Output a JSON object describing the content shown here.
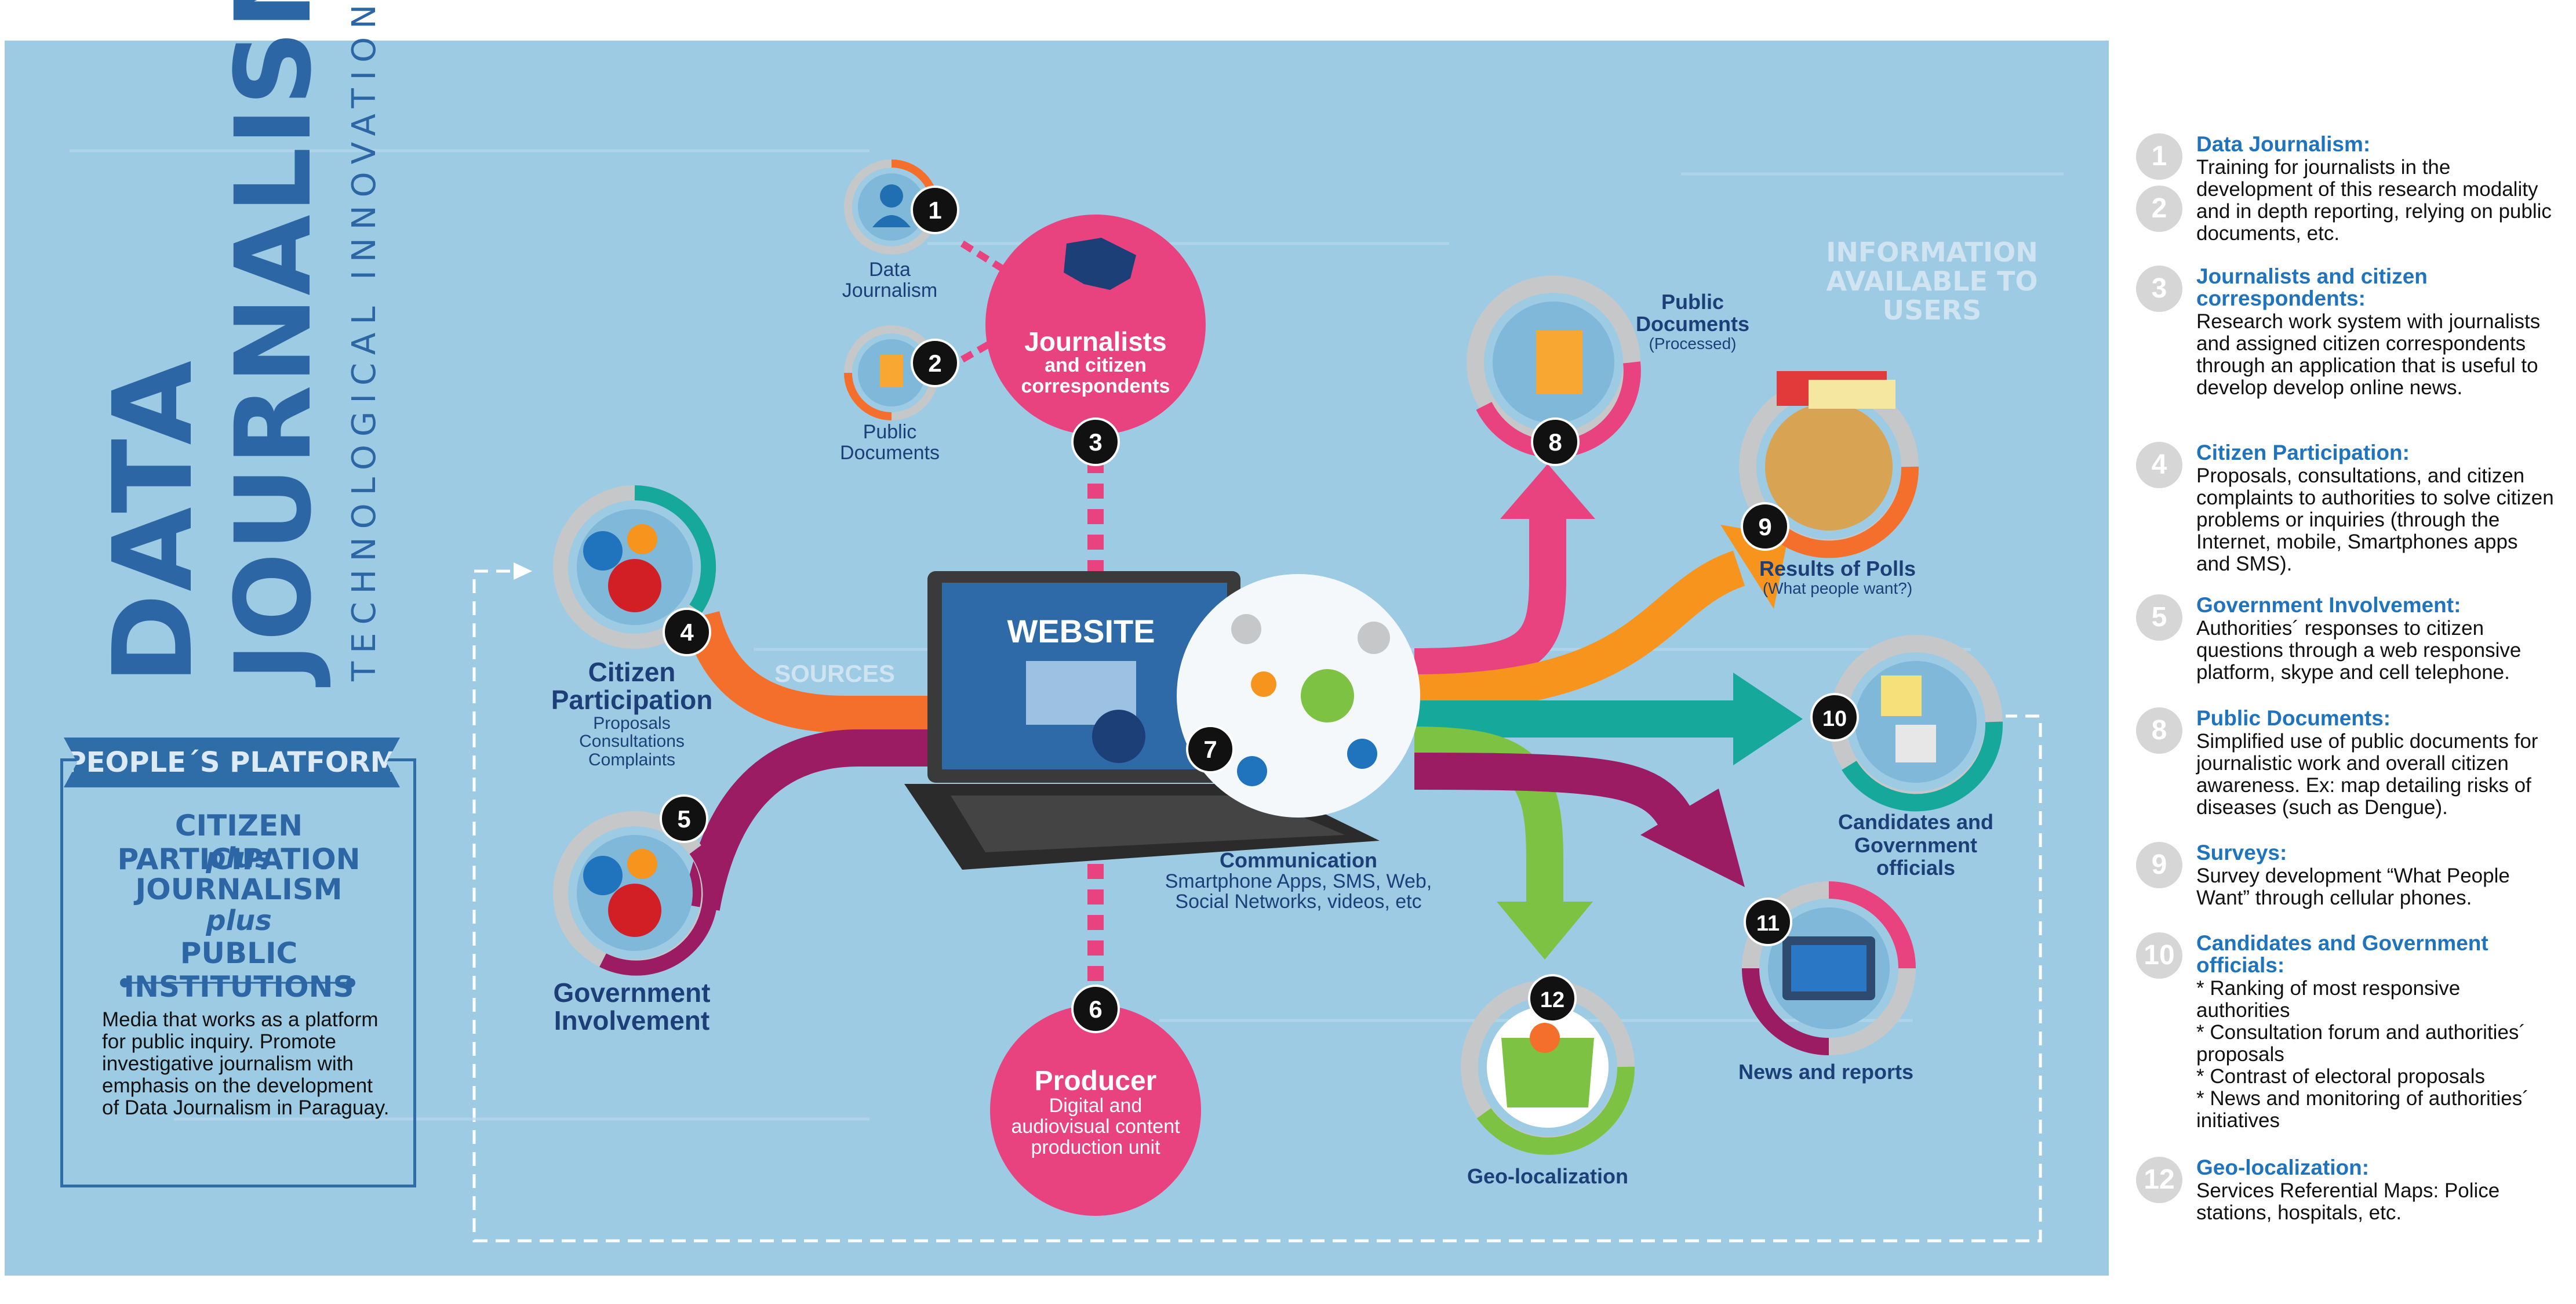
{
  "header": {
    "title_line1": "DATA",
    "title_line2": "JOURNALISM",
    "subtitle": "TECHNOLOGICAL INNOVATIONS"
  },
  "platform": {
    "banner": "PEOPLE´S PLATFORM",
    "line1": "CITIZEN PARTICIPATION",
    "plus1": "plus",
    "line2": "JOURNALISM",
    "plus2": "plus",
    "line3": "PUBLIC INSTITUTIONS",
    "description": "Media that works as a platform for public inquiry. Promote investigative journalism with emphasis on the development of Data Journalism in Paraguay."
  },
  "diagram": {
    "info_label": "INFORMATION AVAILABLE TO USERS",
    "sources_label": "SOURCES",
    "website_label": "WEBSITE",
    "nodes": {
      "n1": {
        "number": "1",
        "label": "Data Journalism"
      },
      "n2": {
        "number": "2",
        "label": "Public Documents"
      },
      "n3": {
        "number": "3",
        "title": "Journalists",
        "subtitle": "and citizen correspondents"
      },
      "n4": {
        "number": "4",
        "title": "Citizen Participation",
        "sub1": "Proposals",
        "sub2": "Consultations",
        "sub3": "Complaints"
      },
      "n5": {
        "number": "5",
        "title": "Government Involvement"
      },
      "n6": {
        "number": "6",
        "title": "Producer",
        "subtitle": "Digital and audiovisual content production unit"
      },
      "n7": {
        "number": "7",
        "title": "Communication",
        "subtitle": "Smartphone Apps, SMS, Web, Social Networks, videos, etc"
      },
      "n8": {
        "number": "8",
        "title": "Public Documents",
        "subtitle": "(Processed)"
      },
      "n9": {
        "number": "9",
        "title": "Results of Polls",
        "subtitle": "(What people want?)"
      },
      "n10": {
        "number": "10",
        "title": "Candidates and Government officials"
      },
      "n11": {
        "number": "11",
        "title": "News and reports"
      },
      "n12": {
        "number": "12",
        "title": "Geo-localization"
      }
    },
    "colors": {
      "panel": "#9dcbe4",
      "pink": "#e8427f",
      "orange": "#f36f2b",
      "teal": "#15a89b",
      "green": "#7dc242",
      "purple": "#9b1c62",
      "navy": "#1c3f78"
    }
  },
  "legend": [
    {
      "numbers": [
        "1",
        "2"
      ],
      "title": "Data Journalism:",
      "text": "Training for journalists in the development of this research modality and in depth reporting, relying on public documents, etc."
    },
    {
      "numbers": [
        "3"
      ],
      "title": "Journalists and citizen correspondents:",
      "text": "Research work system with journalists and assigned citizen correspondents through an application that is useful to develop develop online news."
    },
    {
      "numbers": [
        "4"
      ],
      "title": "Citizen Participation:",
      "text": "Proposals, consultations, and citizen complaints to authorities to solve citizen problems or inquiries (through the Internet, mobile, Smartphones apps and SMS)."
    },
    {
      "numbers": [
        "5"
      ],
      "title": "Government Involvement:",
      "text": "Authorities´ responses to citizen questions through a web responsive platform, skype and cell telephone."
    },
    {
      "numbers": [
        "8"
      ],
      "title": "Public Documents:",
      "text": "Simplified use of public documents for journalistic work and overall citizen awareness. Ex: map detailing risks of diseases (such as Dengue)."
    },
    {
      "numbers": [
        "9"
      ],
      "title": "Surveys:",
      "text": "Survey development “What People Want” through cellular phones."
    },
    {
      "numbers": [
        "10"
      ],
      "title": "Candidates and Government officials:",
      "lines": [
        "* Ranking of most responsive authorities",
        "* Consultation forum and authorities´ proposals",
        "* Contrast of electoral proposals",
        "* News and monitoring of authorities´ initiatives"
      ]
    },
    {
      "numbers": [
        "12"
      ],
      "title": "Geo-localization:",
      "text": "Services Referential Maps: Police stations, hospitals, etc."
    }
  ]
}
